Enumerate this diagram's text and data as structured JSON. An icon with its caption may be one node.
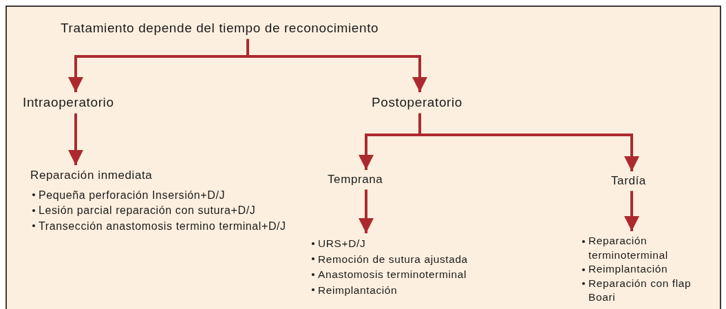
{
  "diagram": {
    "nodes": [
      {
        "text": [
          "Tratamiento depende del tiempo de reconocimiento"
        ]
      },
      {
        "text": [
          "Intraoperatorio"
        ]
      },
      {
        "text": [
          "Postoperatorio"
        ]
      },
      {
        "text": [
          "Reparación inmediata",
          "Pequeña perforación Insersión+D/J",
          "Lesión parcial reparación con sutura+D/J",
          "Transección anastomosis termino terminal+D/J"
        ]
      },
      {
        "text": [
          "Temprana"
        ]
      },
      {
        "text": [
          "Tardía"
        ]
      },
      {
        "text": [
          "URS+D/J",
          "Remoción de sutura ajustada",
          "Anastomosis terminoterminal",
          "Reimplantación"
        ]
      },
      {
        "text": [
          "Reparación terminoterminal",
          "Reimplantación",
          "Reparación con flap Boari"
        ]
      }
    ],
    "edges": [
      {
        "from": 0,
        "to": 1,
        "arrow": "to"
      },
      {
        "from": 0,
        "to": 2,
        "arrow": "to"
      },
      {
        "from": 1,
        "to": 3,
        "arrow": "to"
      },
      {
        "from": 2,
        "to": 4,
        "arrow": "to"
      },
      {
        "from": 2,
        "to": 5,
        "arrow": "to"
      },
      {
        "from": 4,
        "to": 6,
        "arrow": "to"
      },
      {
        "from": 5,
        "to": 7,
        "arrow": "to"
      }
    ]
  }
}
